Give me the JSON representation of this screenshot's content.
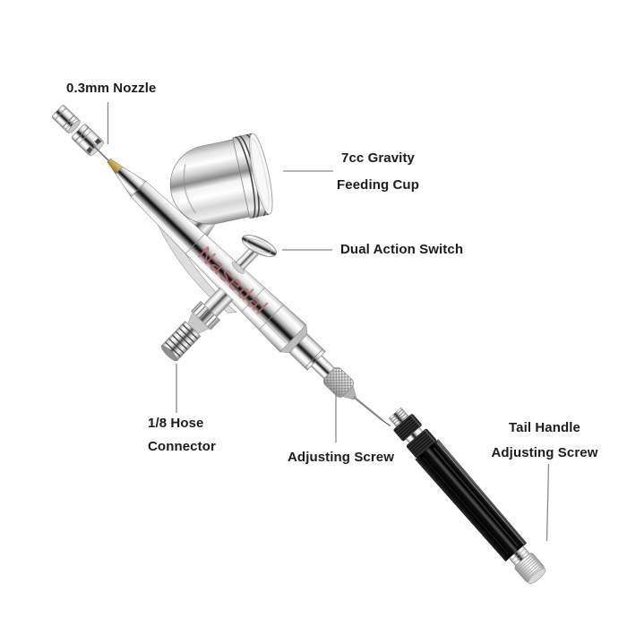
{
  "figure": {
    "brand": {
      "text": "Nasedal",
      "color": "#c0666a"
    },
    "colors": {
      "background": "#ffffff",
      "label_text": "#1c1c1c",
      "leader_line": "#8a8a8a",
      "handle_black": "#0a0a0a",
      "gold_needle_base": "#c29f4e",
      "chrome_highlight": "#ffffff"
    }
  },
  "labels": {
    "nozzle": {
      "text": "0.3mm Nozzle"
    },
    "gravity_cup": {
      "line1": "7cc Gravity",
      "line2": "Feeding Cup"
    },
    "dual_action_switch": {
      "text": "Dual Action Switch"
    },
    "hose_connector": {
      "line1": "1/8 Hose",
      "line2": "Connector"
    },
    "adjusting_screw": {
      "text": "Adjusting Screw"
    },
    "tail_handle": {
      "line1": "Tail Handle",
      "line2": "Adjusting Screw"
    }
  }
}
